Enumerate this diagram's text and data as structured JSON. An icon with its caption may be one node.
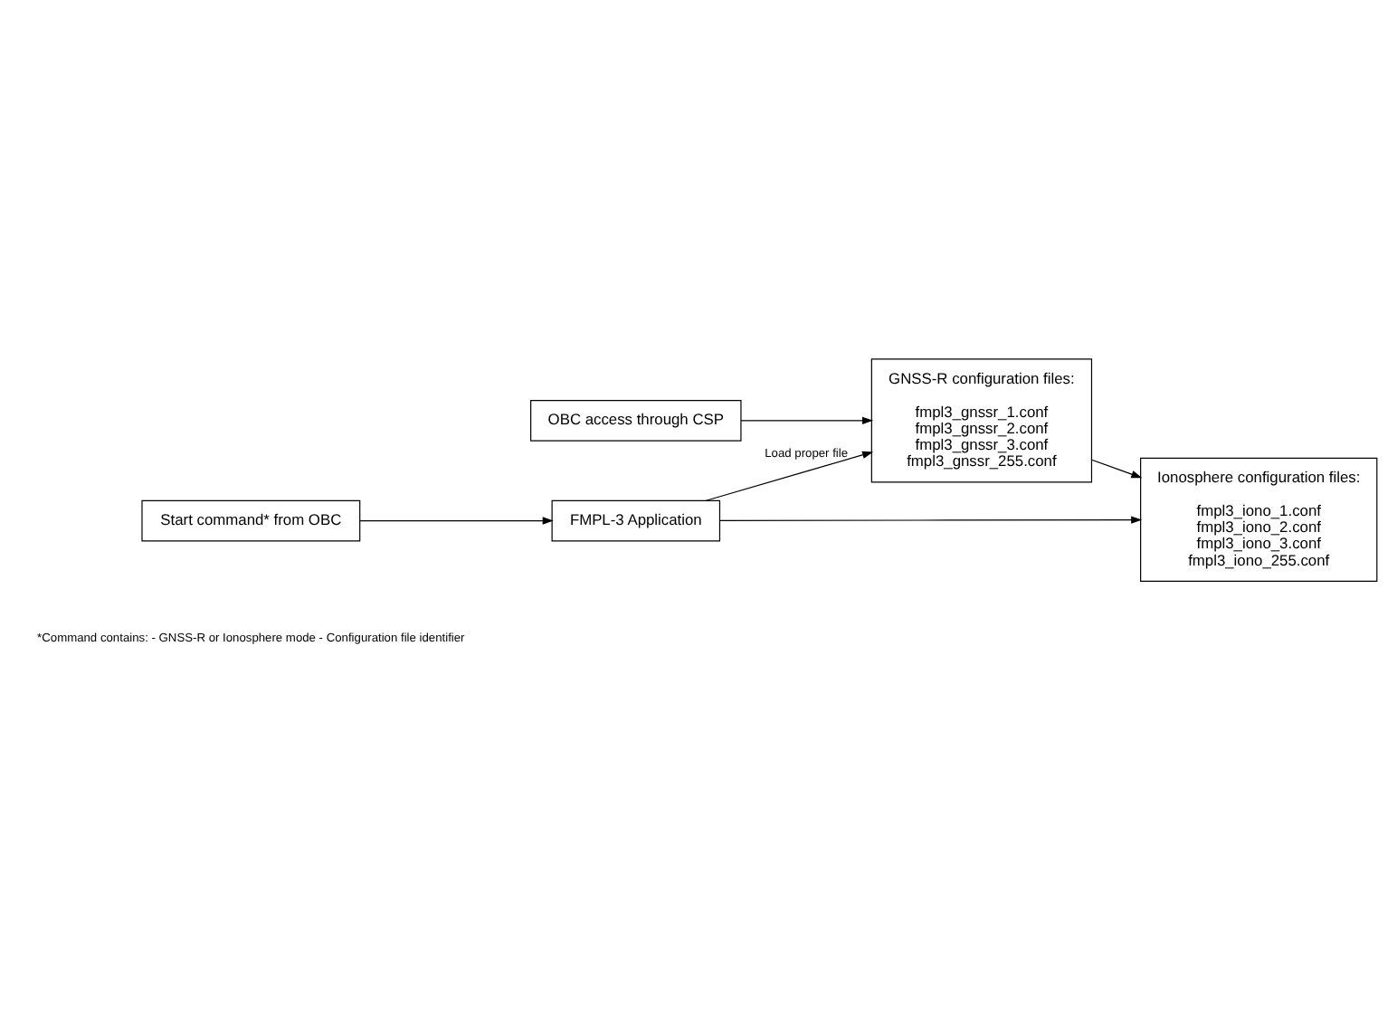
{
  "diagram": {
    "nodes": [
      {
        "text": [
          "OBC access through CSP"
        ]
      },
      {
        "text": [
          "GNSS-R configuration files:",
          "fmpl3_gnssr_1.conf",
          "fmpl3_gnssr_2.conf",
          "fmpl3_gnssr_3.conf",
          "fmpl3_gnssr_255.conf"
        ]
      },
      {
        "text": [
          "Start command* from OBC"
        ]
      },
      {
        "text": [
          "FMPL-3 Application"
        ]
      },
      {
        "text": [
          "Ionosphere configuration files:",
          "fmpl3_iono_1.conf",
          "fmpl3_iono_2.conf",
          "fmpl3_iono_3.conf",
          "fmpl3_iono_255.conf"
        ]
      }
    ],
    "edges": [
      {
        "from": 0,
        "to": 1,
        "arrow": "to"
      },
      {
        "from": 2,
        "to": 3,
        "arrow": "to"
      },
      {
        "from": 3,
        "to": 1,
        "arrow": "to",
        "label": "Load proper file"
      },
      {
        "from": 3,
        "to": 4,
        "arrow": "to"
      },
      {
        "from": 1,
        "to": 4,
        "arrow": "to"
      }
    ],
    "labels": [
      "*Command contains: - GNSS-R or Ionosphere mode - Configuration file identifier"
    ]
  }
}
